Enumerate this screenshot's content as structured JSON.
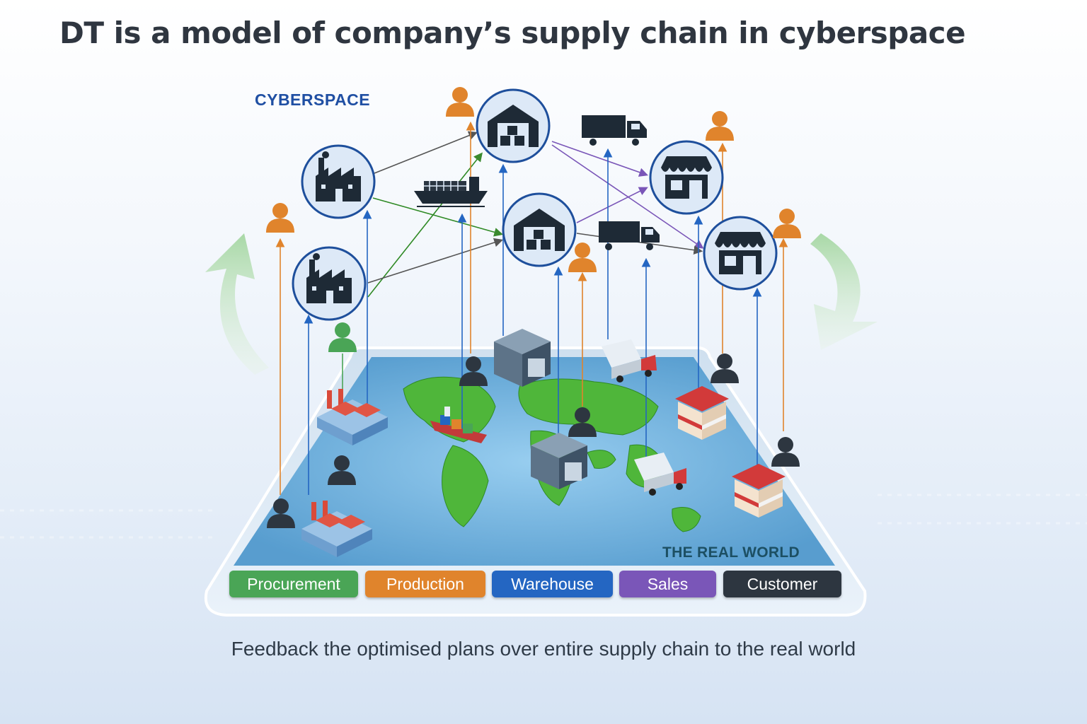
{
  "title": "DT is a model of company’s supply chain in cyberspace",
  "labels": {
    "cyberspace": "CYBERSPACE",
    "real_world": "THE REAL WORLD"
  },
  "stages": [
    {
      "label": "Procurement",
      "color": "#4aa556"
    },
    {
      "label": "Production",
      "color": "#e0842c"
    },
    {
      "label": "Warehouse",
      "color": "#2466c2"
    },
    {
      "label": "Sales",
      "color": "#7a56b8"
    },
    {
      "label": "Customer",
      "color": "#2d3640"
    }
  ],
  "footer": "Feedback the optimised plans over entire supply chain to the real world",
  "colors": {
    "node_fill": "#dde9f7",
    "node_border": "#1e4f9c",
    "procurement": "#4aa556",
    "production": "#e0842c",
    "warehouse": "#2466c2",
    "sales": "#7a56b8",
    "customer": "#2d3640",
    "feedback_arrow": "#a9d6a9",
    "ocean": "#4fa3d8",
    "land": "#4fb63a"
  },
  "cyber_nodes": [
    {
      "type": "factory",
      "icon": "factory-icon"
    },
    {
      "type": "factory",
      "icon": "factory-icon"
    },
    {
      "type": "warehouse",
      "icon": "warehouse-icon"
    },
    {
      "type": "warehouse",
      "icon": "warehouse-icon"
    },
    {
      "type": "store",
      "icon": "store-icon"
    },
    {
      "type": "store",
      "icon": "store-icon"
    }
  ]
}
